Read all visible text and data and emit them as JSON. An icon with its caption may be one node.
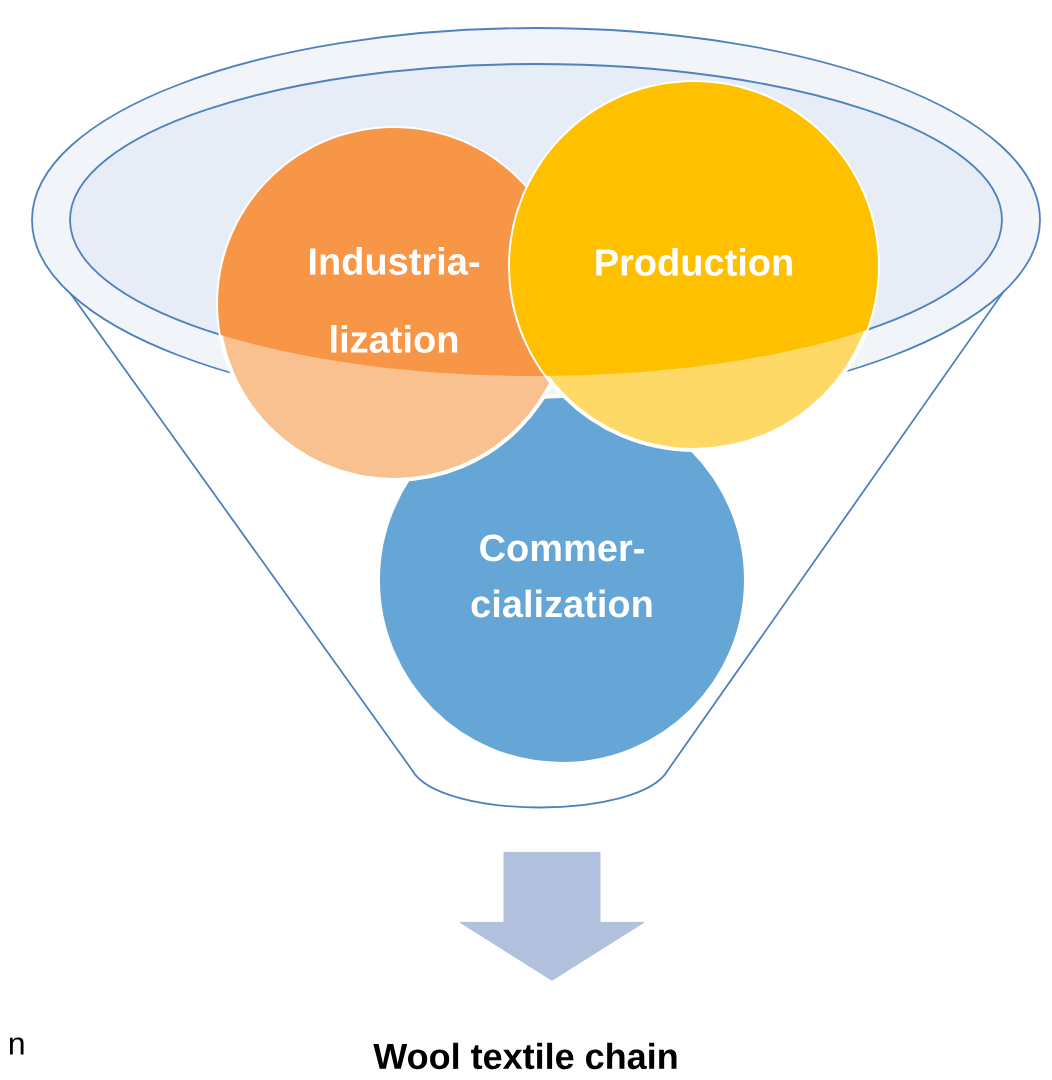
{
  "diagram": {
    "nodes": [
      {
        "text": [],
        "shape": "funnel"
      },
      {
        "text": [
          "Industria- lization"
        ],
        "in": 0
      },
      {
        "text": [
          "Production"
        ],
        "in": 0
      },
      {
        "text": [
          "Commer- cialization"
        ],
        "in": 0
      },
      {
        "text": [
          "Wool textile chain"
        ]
      }
    ],
    "edges": [
      {
        "from": 0,
        "to": 4,
        "arrow": "to",
        "style": "thick",
        "color": "#b0c0dd"
      }
    ],
    "labels": [
      "n"
    ]
  }
}
